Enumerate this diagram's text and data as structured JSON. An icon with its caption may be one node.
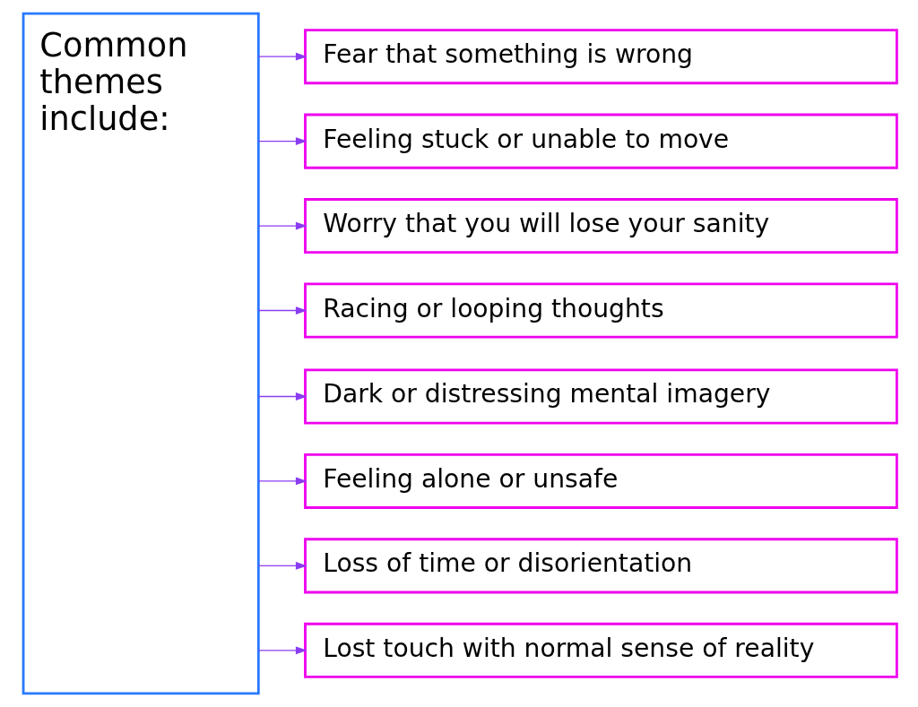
{
  "diagram": {
    "nodes": [
      {
        "text": [
          "Common themes include:"
        ]
      },
      {
        "text": [
          "Fear that something is wrong"
        ]
      },
      {
        "text": [
          "Feeling stuck or unable to move"
        ]
      },
      {
        "text": [
          "Worry that you will lose your sanity"
        ]
      },
      {
        "text": [
          "Racing or looping thoughts"
        ]
      },
      {
        "text": [
          "Dark or distressing mental imagery"
        ]
      },
      {
        "text": [
          "Feeling alone or unsafe"
        ]
      },
      {
        "text": [
          "Loss of time or disorientation"
        ]
      },
      {
        "text": [
          "Lost touch with normal sense of reality"
        ]
      }
    ],
    "edges": [
      {
        "from": 0,
        "to": 1,
        "arrow": "to"
      },
      {
        "from": 0,
        "to": 2,
        "arrow": "to"
      },
      {
        "from": 0,
        "to": 3,
        "arrow": "to"
      },
      {
        "from": 0,
        "to": 4,
        "arrow": "to"
      },
      {
        "from": 0,
        "to": 5,
        "arrow": "to"
      },
      {
        "from": 0,
        "to": 6,
        "arrow": "to"
      },
      {
        "from": 0,
        "to": 7,
        "arrow": "to"
      },
      {
        "from": 0,
        "to": 8,
        "arrow": "to"
      }
    ]
  }
}
